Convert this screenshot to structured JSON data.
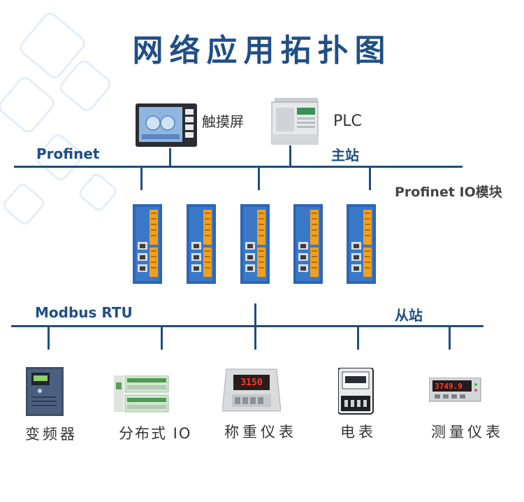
{
  "title": "网络应用拓扑图",
  "master": {
    "bus_label": "Profinet",
    "station_label": "主站",
    "hmi_label": "触摸屏",
    "plc_label": "PLC",
    "io_module_label": "Profinet IO模块",
    "module_count": 5
  },
  "slave": {
    "bus_label": "Modbus RTU",
    "station_label": "从站",
    "devices": [
      {
        "label": "变频器",
        "icon": "inverter-icon"
      },
      {
        "label": "分布式 IO",
        "icon": "distributed-io-icon"
      },
      {
        "label": "称重仪表",
        "icon": "weighing-indicator-icon"
      },
      {
        "label": "电表",
        "icon": "electric-meter-icon"
      },
      {
        "label": "测量仪表",
        "icon": "measuring-instrument-icon"
      }
    ]
  },
  "displays": {
    "weighing_value": "3150",
    "meter_value": "3749.9"
  },
  "colors": {
    "title": "#1f4f86",
    "bus": "#1c4f80",
    "module_body": "#2b66b8",
    "terminal": "#f0a020"
  }
}
